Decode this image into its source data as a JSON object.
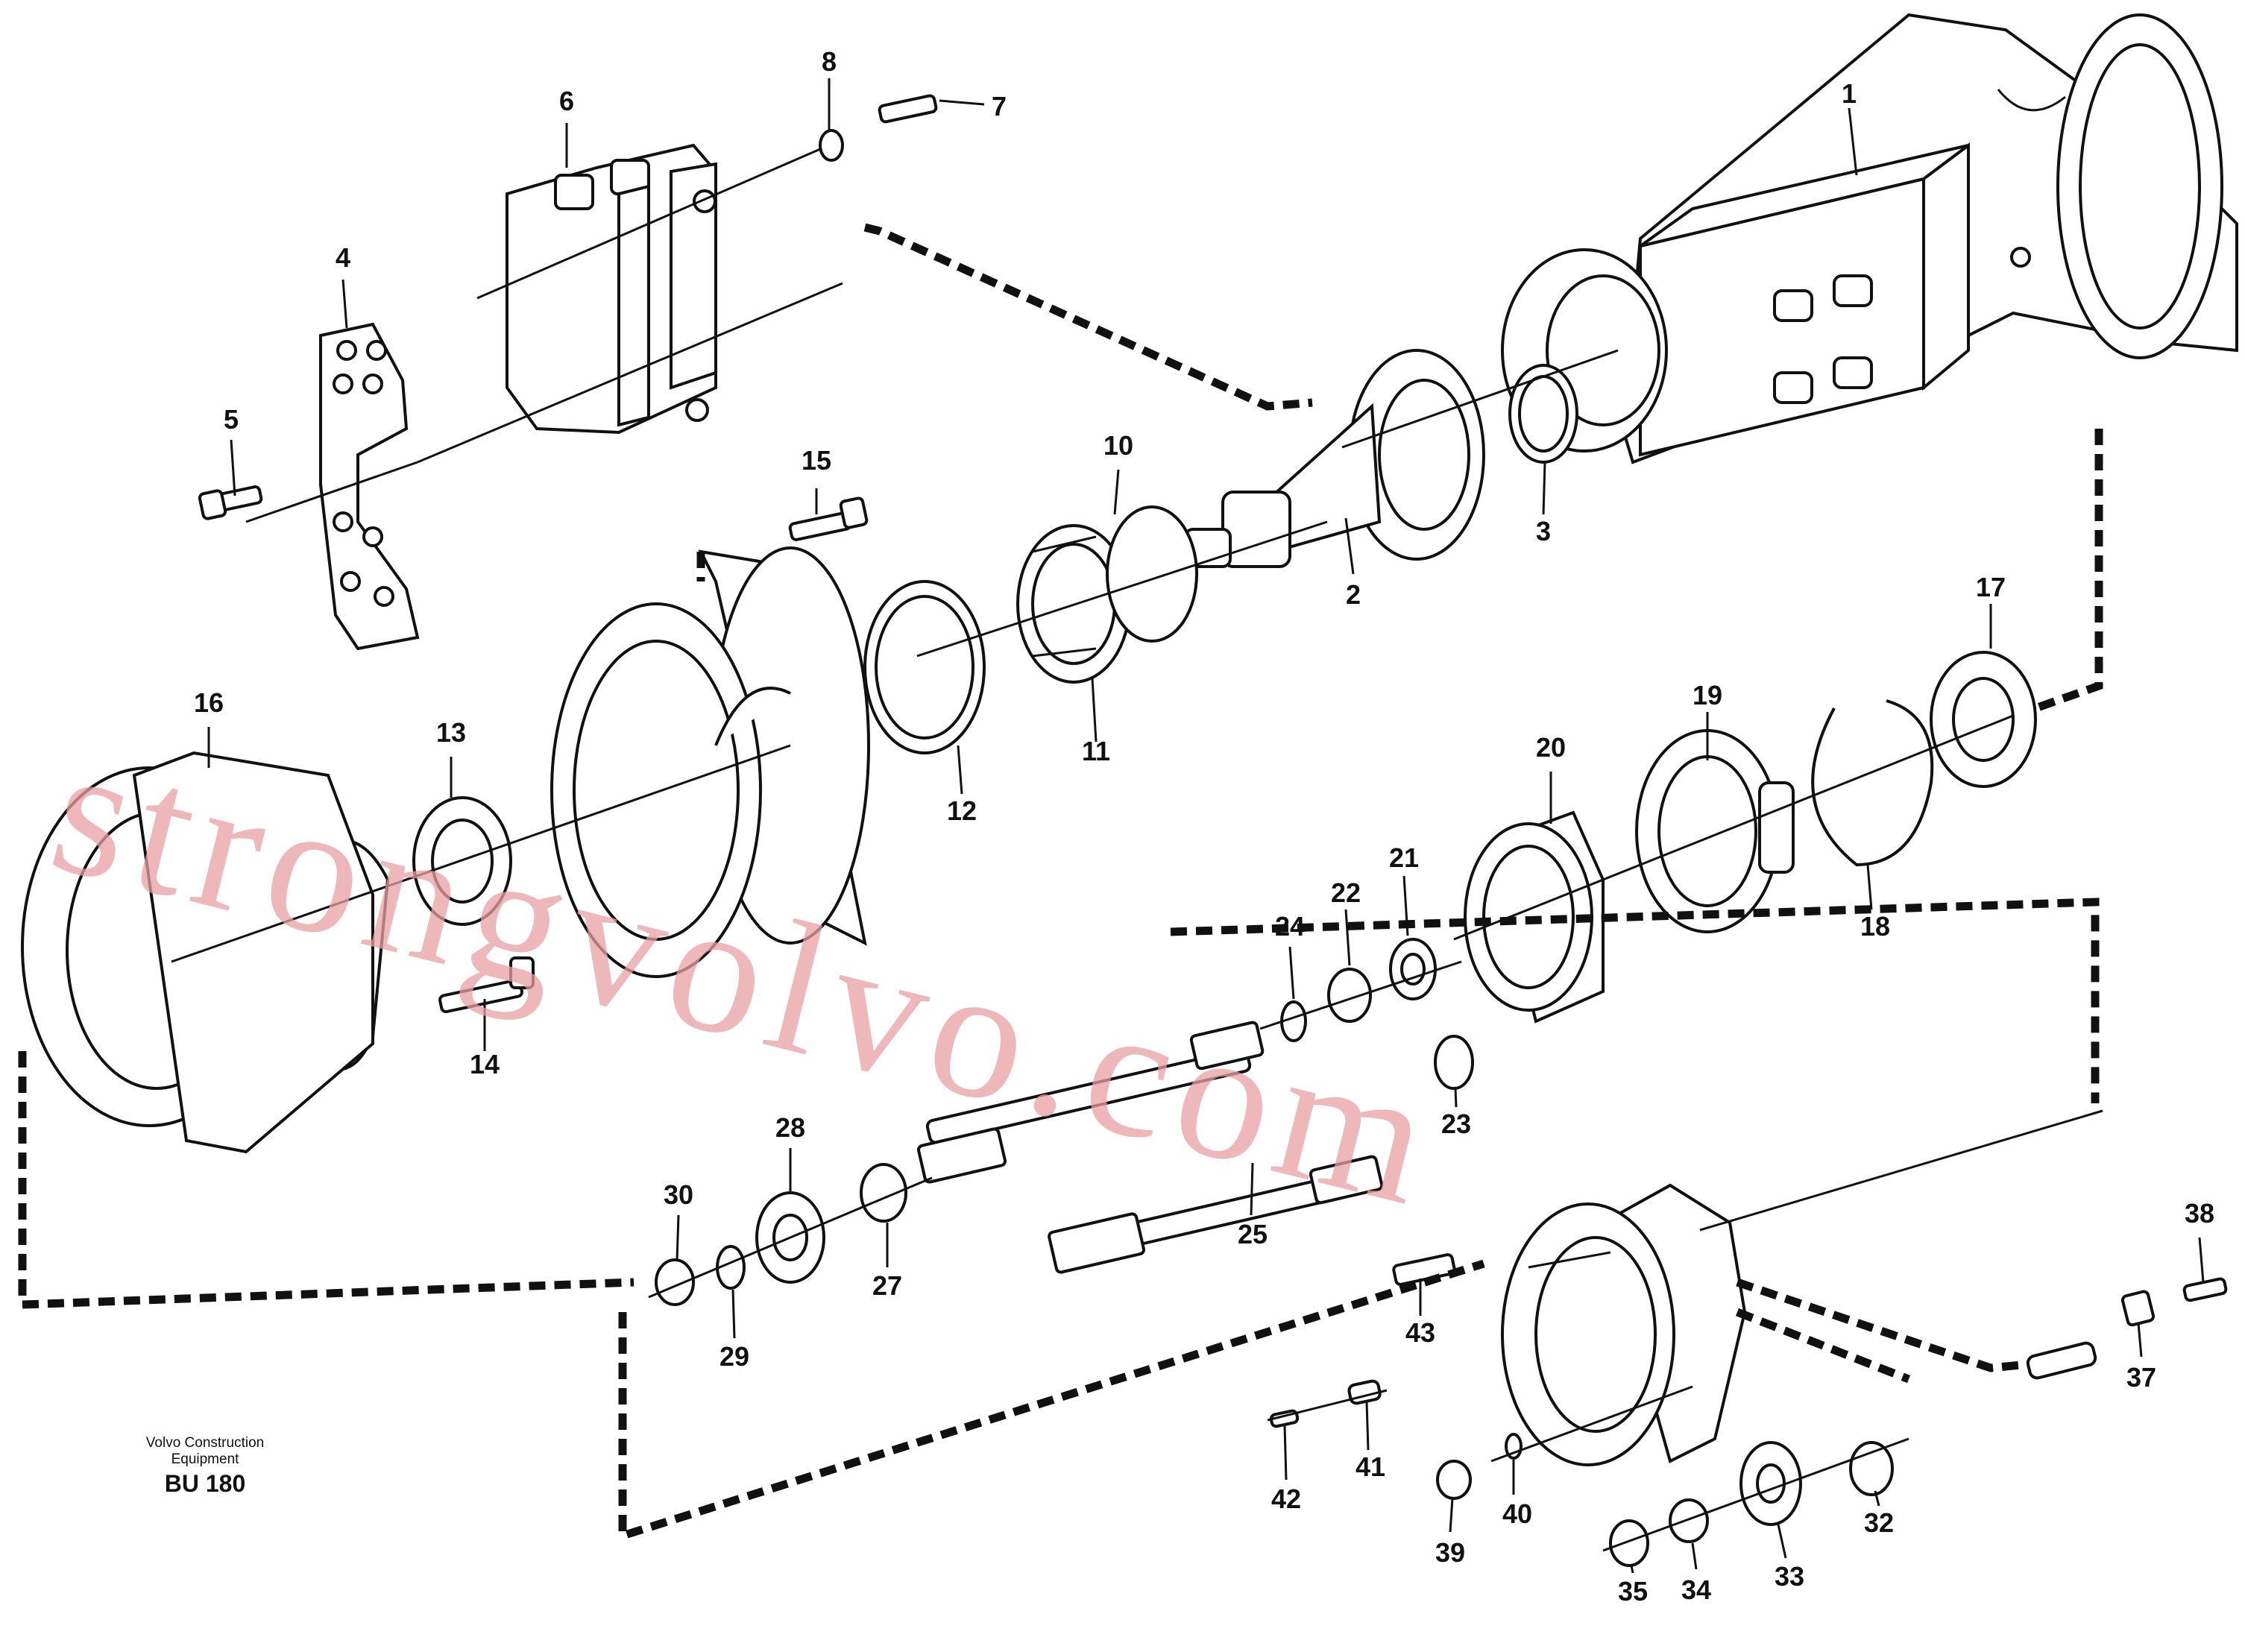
{
  "drawing": {
    "publisher_line1": "Volvo Construction",
    "publisher_line2": "Equipment",
    "code": "BU 180",
    "watermark": "strongvolvo.com"
  },
  "callouts": [
    "1",
    "2",
    "3",
    "4",
    "5",
    "6",
    "7",
    "8",
    "10",
    "11",
    "12",
    "13",
    "14",
    "15",
    "16",
    "17",
    "18",
    "19",
    "20",
    "21",
    "22",
    "23",
    "24",
    "25",
    "27",
    "28",
    "29",
    "30",
    "32",
    "33",
    "34",
    "35",
    "37",
    "38",
    "39",
    "40",
    "41",
    "42",
    "43"
  ]
}
